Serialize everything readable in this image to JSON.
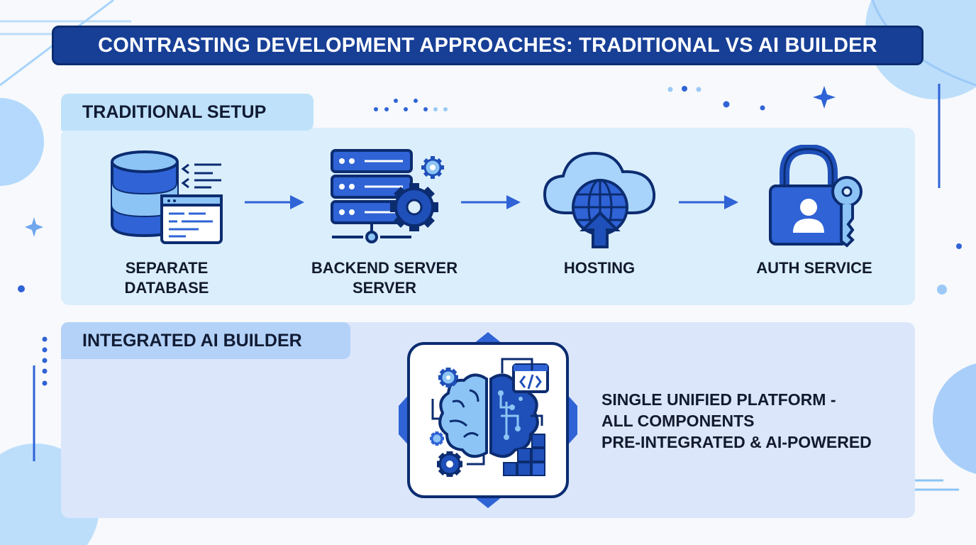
{
  "title": "CONTRASTING DEVELOPMENT APPROACHES: TRADITIONAL VS AI BUILDER",
  "traditional": {
    "heading": "TRADITIONAL SETUP",
    "steps": [
      {
        "line1": "SEPARATE",
        "line2": "DATABASE",
        "icon": "database-icon"
      },
      {
        "line1": "BACKEND SERVER",
        "line2": "SERVER",
        "icon": "server-icon"
      },
      {
        "line1": "HOSTING",
        "line2": "",
        "icon": "cloud-hosting-icon"
      },
      {
        "line1": "AUTH SERVICE",
        "line2": "",
        "icon": "padlock-key-icon"
      }
    ]
  },
  "ai_builder": {
    "heading": "INTEGRATED AI BUILDER",
    "description": "SINGLE UNIFIED PLATFORM -\nALL COMPONENTS\nPRE-INTEGRATED & AI-POWERED",
    "icon": "ai-brain-icon"
  },
  "colors": {
    "title_bg": "#173f96",
    "primary_blue": "#2f63d6",
    "light_blue": "#8cc4f5",
    "panel_top": "#dbeefc",
    "panel_bottom": "#dbe6fb"
  }
}
